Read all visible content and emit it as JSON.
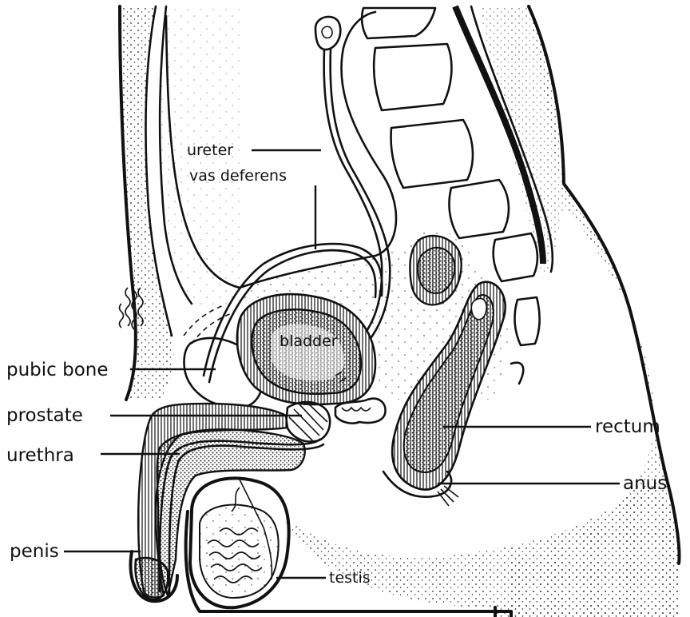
{
  "labels": {
    "ureter": "ureter",
    "vas_deferens": "vas deferens",
    "bladder": "bladder",
    "pubic_bone": "pubic bone",
    "prostate": "prostate",
    "urethra": "urethra",
    "penis": "penis",
    "testis": "testis",
    "rectum": "rectum",
    "anus": "anus"
  },
  "colors": {
    "ink": "#111111",
    "paper": "#ffffff"
  }
}
